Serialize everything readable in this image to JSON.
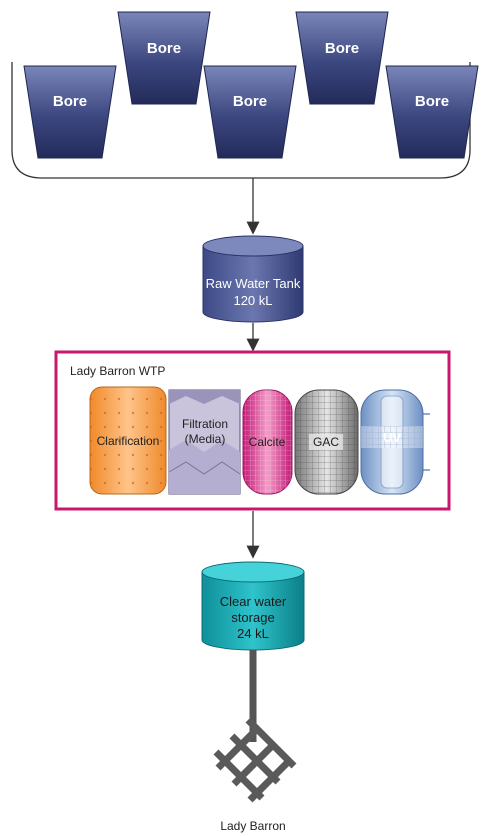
{
  "bores": [
    {
      "label": "Bore"
    },
    {
      "label": "Bore"
    },
    {
      "label": "Bore"
    },
    {
      "label": "Bore"
    },
    {
      "label": "Bore"
    }
  ],
  "raw_tank": {
    "line1": "Raw Water Tank",
    "line2": "120 kL"
  },
  "wtp": {
    "title": "Lady Barron WTP",
    "frame_color": "#c8186e",
    "stages": {
      "clarification": "Clarification",
      "filtration_line1": "Filtration",
      "filtration_line2": "(Media)",
      "calcite": "Calcite",
      "gac": "GAC",
      "uv": "UV"
    }
  },
  "clear_tank": {
    "line1": "Clear water",
    "line2": "storage",
    "line3": "24 kL"
  },
  "town": {
    "label": "Lady Barron"
  }
}
